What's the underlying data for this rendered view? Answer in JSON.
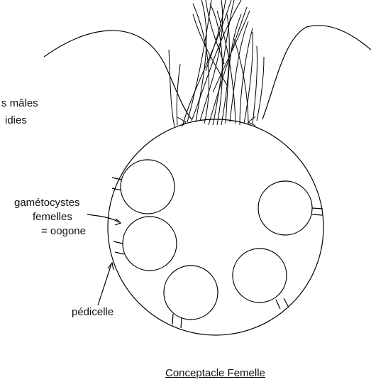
{
  "labels": {
    "males_line1": "s mâles",
    "males_line2": "idies",
    "gametocystes_line1": "gamétocystes",
    "gametocystes_line2": "femelles",
    "gametocystes_line3": "= oogone",
    "pedicelle": "pédicelle"
  },
  "caption": "Conceptacle Femelle",
  "colors": {
    "line": "#000000",
    "text": "#111111",
    "background": "#ffffff"
  }
}
